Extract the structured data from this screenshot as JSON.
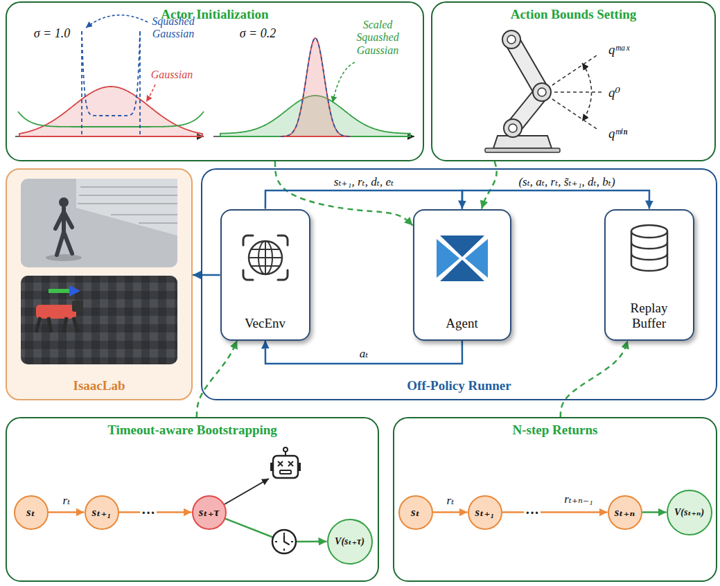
{
  "diagram": {
    "nodes": [
      {
        "text": [
          "Actor Initialization"
        ]
      },
      {
        "text": [
          "Action Bounds Setting"
        ]
      },
      {
        "text": [
          "IsaacLab"
        ]
      },
      {
        "text": [
          "Off-Policy Runner"
        ]
      },
      {
        "text": [
          "VecEnv"
        ],
        "in": 3
      },
      {
        "text": [
          "Agent"
        ],
        "in": 3
      },
      {
        "text": [
          "Replay Buffer"
        ],
        "in": 3
      },
      {
        "text": [
          "Timeout-aware Bootstrapping"
        ]
      },
      {
        "text": [
          "sₜ"
        ],
        "in": 7
      },
      {
        "text": [
          "sₜ₊₁"
        ],
        "in": 7
      },
      {
        "text": [
          "sₜ₊τ"
        ],
        "in": 7
      },
      {
        "text": [
          "V(sₜ₊τ)"
        ],
        "in": 7
      },
      {
        "text": [
          "N-step Returns"
        ]
      },
      {
        "text": [
          "sₜ"
        ],
        "in": 12
      },
      {
        "text": [
          "sₜ₊₁"
        ],
        "in": 12
      },
      {
        "text": [
          "sₜ₊ₙ"
        ],
        "in": 12
      },
      {
        "text": [
          "V(sₜ₊ₙ)"
        ],
        "in": 12
      }
    ],
    "edges": [
      {
        "from": 0,
        "to": 5,
        "arrow": "to"
      },
      {
        "from": 1,
        "to": 5,
        "arrow": "to"
      },
      {
        "from": 4,
        "to": 5,
        "arrow": "to",
        "label": "sₜ₊₁, rₜ, dₜ, eₜ"
      },
      {
        "from": 5,
        "to": 6,
        "arrow": "to",
        "label": "(sₜ, aₜ, rₜ, s̃ₜ₊₁, dₜ, bₜ)"
      },
      {
        "from": 5,
        "to": 4,
        "arrow": "to",
        "label": "aₜ"
      },
      {
        "from": 4,
        "to": 2,
        "arrow": "to"
      },
      {
        "from": 7,
        "to": 4,
        "arrow": "to"
      },
      {
        "from": 12,
        "to": 6,
        "arrow": "to"
      },
      {
        "from": 8,
        "to": 9,
        "arrow": "to",
        "label": "rₜ"
      },
      {
        "from": 9,
        "to": 10,
        "arrow": "to"
      },
      {
        "from": 10,
        "to": 11,
        "arrow": "to"
      },
      {
        "from": 13,
        "to": 14,
        "arrow": "to",
        "label": "rₜ"
      },
      {
        "from": 14,
        "to": 15,
        "arrow": "to",
        "label": "rₜ₊ₙ₋₁"
      },
      {
        "from": 15,
        "to": 16,
        "arrow": "to"
      }
    ],
    "labels": [
      "σ = 1.0",
      "Squashed Gaussian",
      "Gaussian",
      "σ = 0.2",
      "Scaled Squashed Gaussian",
      "qᵐᵃˣ",
      "q⁰",
      "qᵐⁱⁿ",
      "···",
      "···"
    ]
  }
}
